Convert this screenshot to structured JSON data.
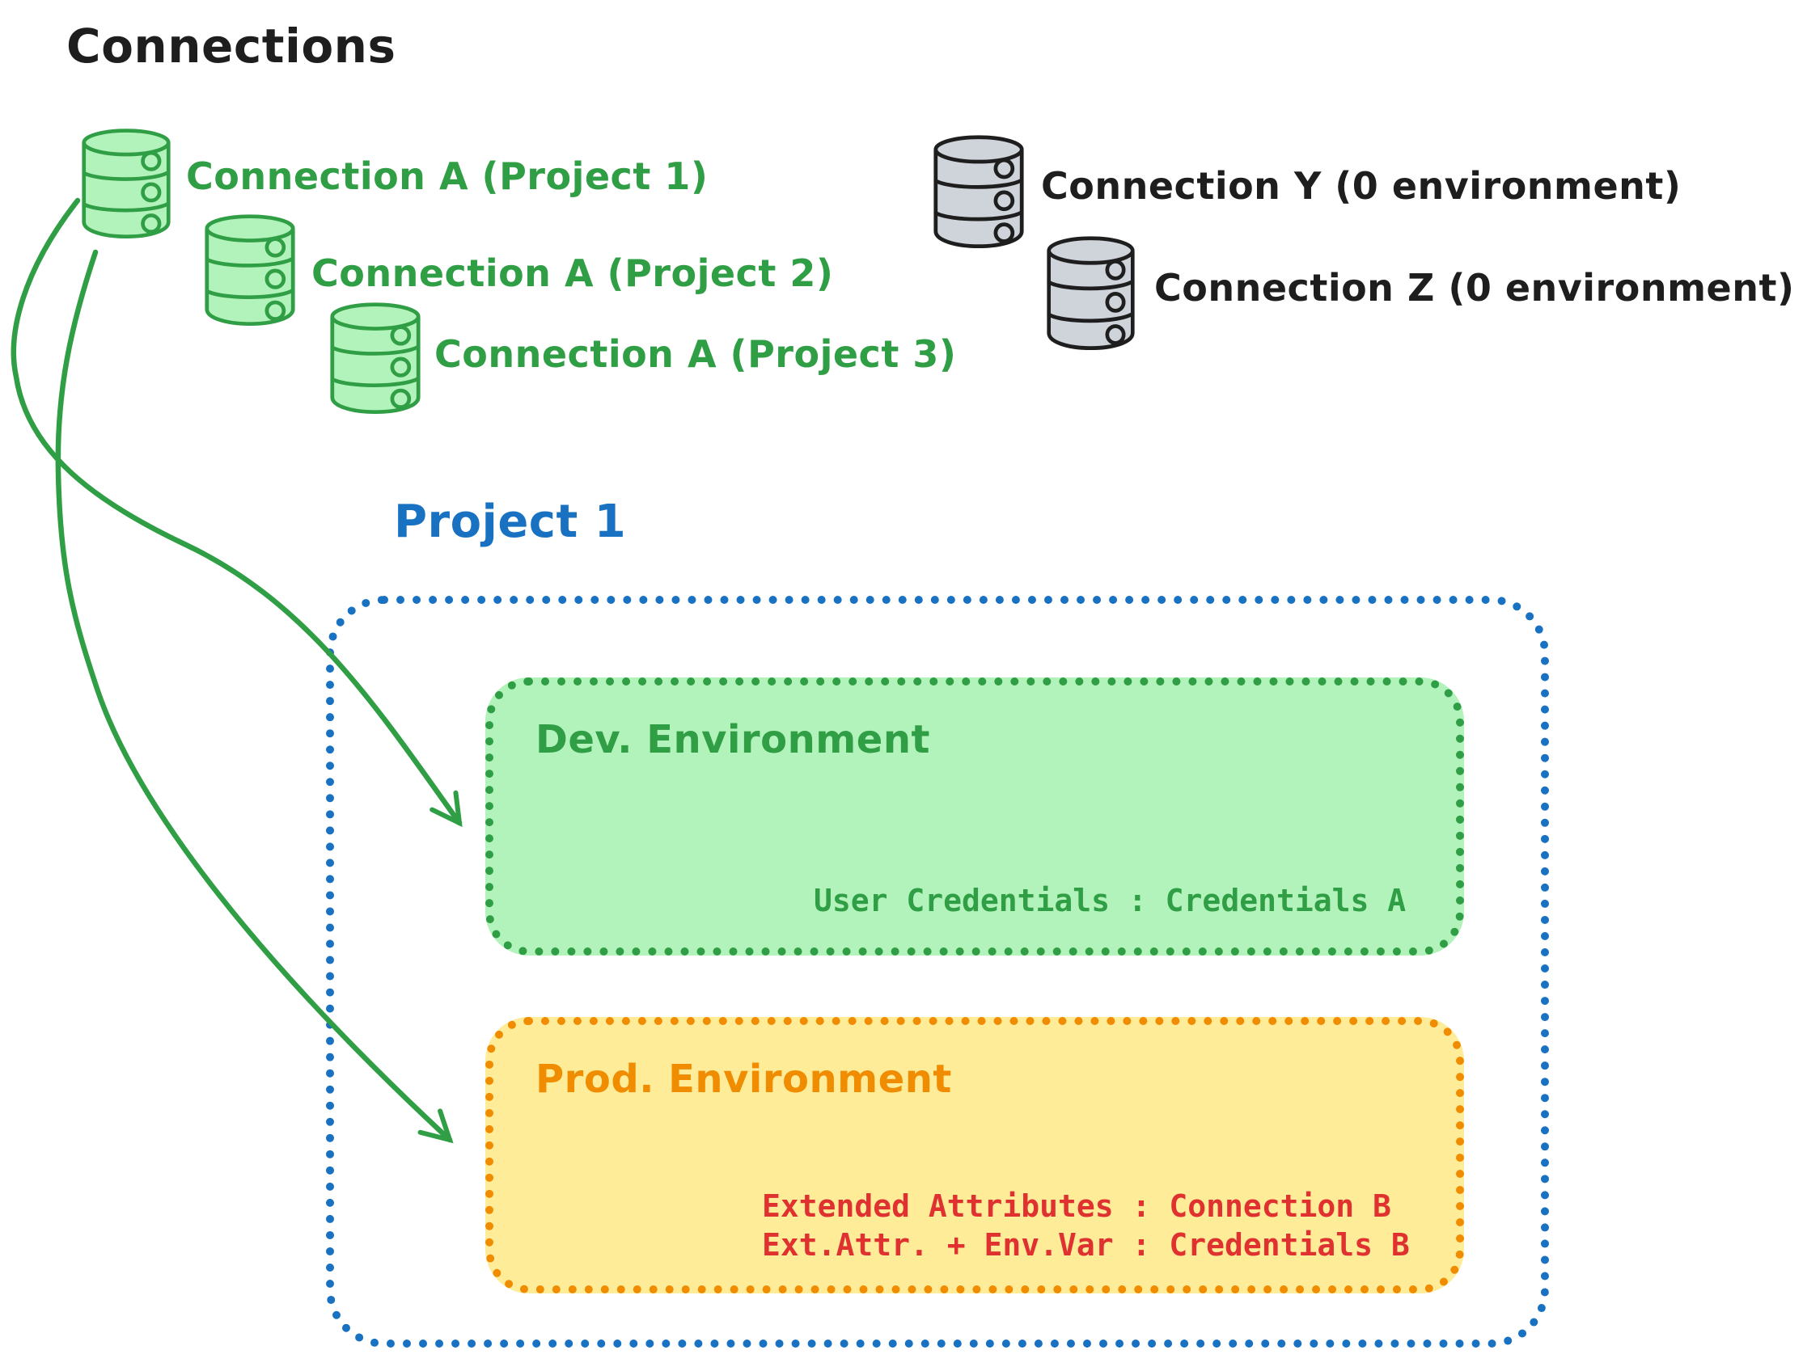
{
  "palette": {
    "ink": "#1e1e1e",
    "green": "#2f9e44",
    "green_fill": "#b2f2bb",
    "gray_fill": "#ced4da",
    "blue": "#1971c2",
    "orange": "#f08c00",
    "yellow_fill": "#ffec99",
    "red": "#e03131",
    "background": "#ffffff"
  },
  "title": "Connections",
  "connections": {
    "project_a": [
      {
        "icon": "database-icon",
        "label": "Connection A (Project 1)"
      },
      {
        "icon": "database-icon",
        "label": "Connection A (Project 2)"
      },
      {
        "icon": "database-icon",
        "label": "Connection A (Project 3)"
      }
    ],
    "unassigned": [
      {
        "icon": "database-icon",
        "label": "Connection Y (0 environment)"
      },
      {
        "icon": "database-icon",
        "label": "Connection Z (0 environment)"
      }
    ]
  },
  "project": {
    "title": "Project 1",
    "environments": [
      {
        "name": "Dev. Environment",
        "credentials": [
          "User Credentials : Credentials A"
        ]
      },
      {
        "name": "Prod. Environment",
        "credentials": [
          "Extended Attributes : Connection B",
          "Ext.Attr. + Env.Var : Credentials B"
        ]
      }
    ]
  }
}
